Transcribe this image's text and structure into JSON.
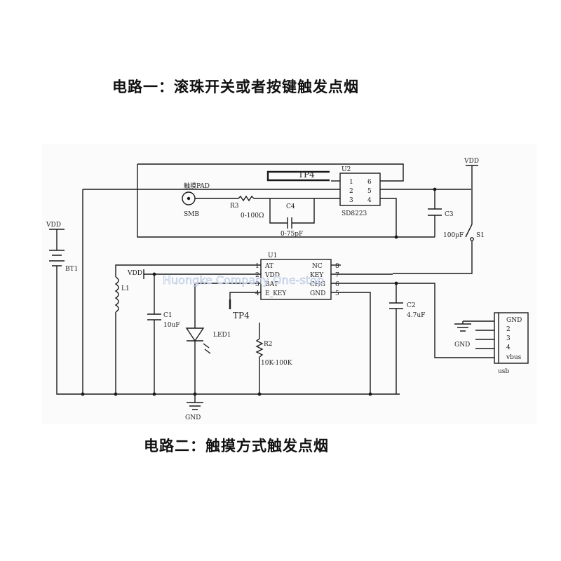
{
  "headings": {
    "circuit1": "电路一：滚珠开关或者按键触发点烟",
    "circuit2": "电路二：触摸方式触发点烟"
  },
  "watermark": "Huongke  Company One-stop",
  "labels": {
    "tp4_top": "TP4",
    "u2": "U2",
    "u2_pins_left": [
      "1",
      "2",
      "3"
    ],
    "u2_pins_right": [
      "6",
      "5",
      "4"
    ],
    "sd8223": "SD8223",
    "touch_pad": "触摸PAD",
    "smb": "SMB",
    "r3": "R3",
    "r3_value": "0-100Ω",
    "c4": "C4",
    "c4_value": "0-75pF",
    "c3": "C3",
    "c3_value": "100pF",
    "vdd_top": "VDD",
    "s1": "S1",
    "vdd_batt": "VDD",
    "bt1": "BT1",
    "u1": "U1",
    "u1_pin_nums_left": [
      "1",
      "2",
      "3",
      "4"
    ],
    "u1_pin_nums_right": [
      "8",
      "7",
      "6",
      "5"
    ],
    "u1_pin_names_left": [
      "AT",
      "VDD",
      "BAT",
      "E_KEY"
    ],
    "u1_pin_names_right": [
      "NC",
      "KEY",
      "CHG",
      "GND"
    ],
    "vdd_u1": "VDD",
    "l1": "L1",
    "c1": "C1",
    "c1_value": "10uF",
    "led1": "LED1",
    "tp4_mid": "TP4",
    "r2": "R2",
    "r2_value": "10K-100K",
    "gnd_bottom": "GND",
    "c2": "C2",
    "c2_value": "4.7uF",
    "gnd_usb": "GND",
    "usb_pins": [
      "GND",
      "2",
      "3",
      "4",
      "vbus"
    ],
    "usb": "usb"
  }
}
